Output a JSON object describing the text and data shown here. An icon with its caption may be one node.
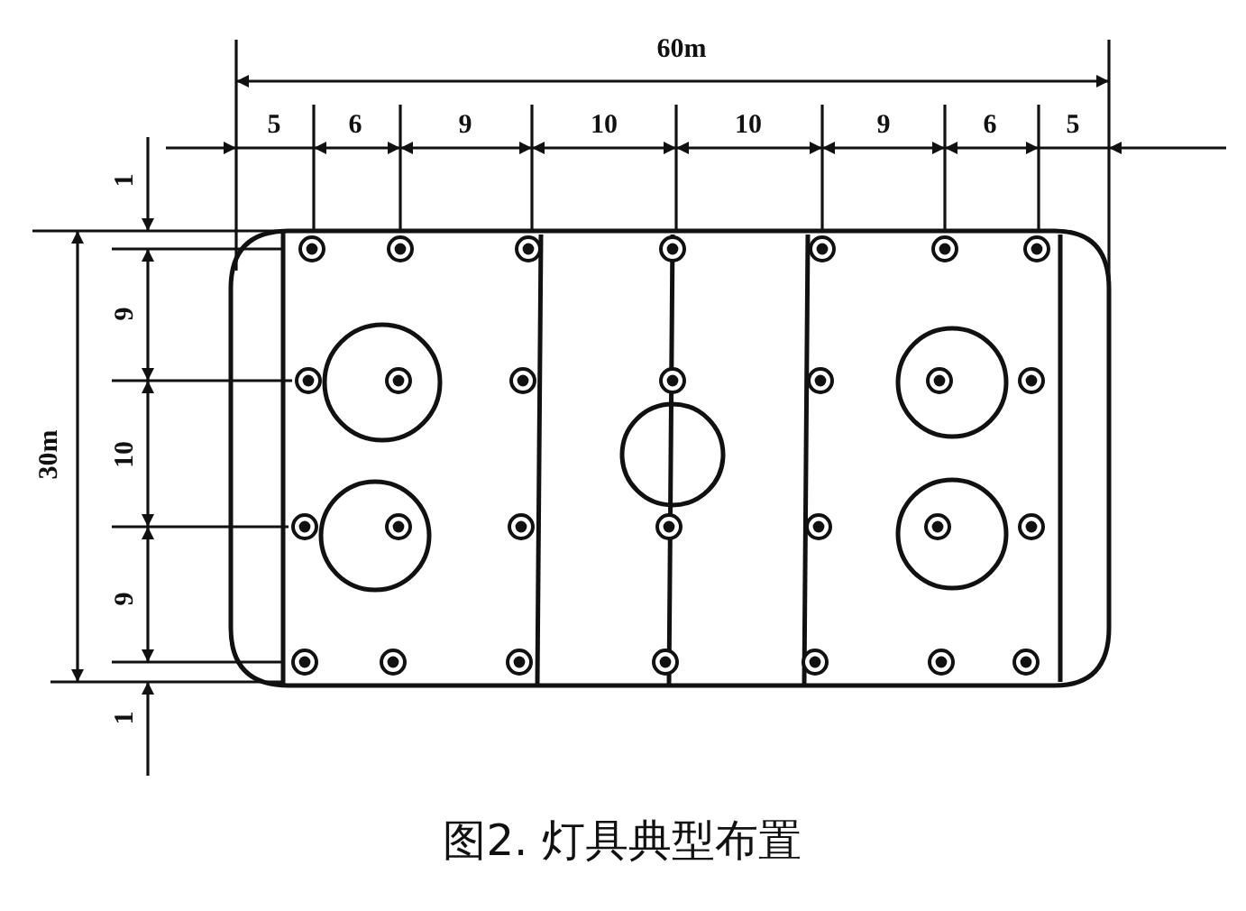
{
  "diagram": {
    "caption": "图2. 灯具典型布置",
    "labels": [
      "60m",
      "5",
      "6",
      "9",
      "10",
      "10",
      "9",
      "6",
      "5",
      "1",
      "9",
      "10",
      "9",
      "1",
      "30m"
    ]
  }
}
